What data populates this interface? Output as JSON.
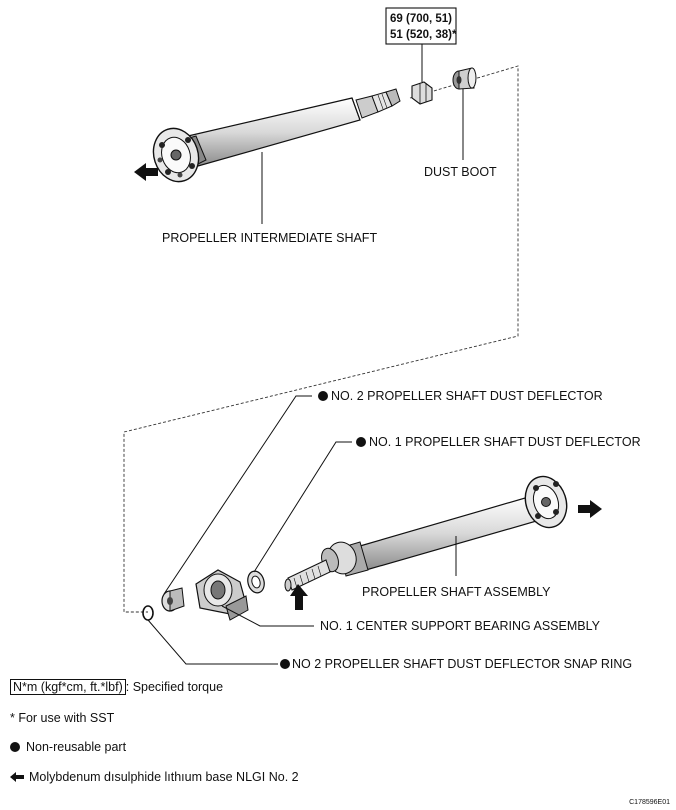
{
  "torque_spec": {
    "line1": "69 (700, 51)",
    "line2": "51 (520, 38)*"
  },
  "labels": {
    "dust_boot": "DUST BOOT",
    "intermediate_shaft": "PROPELLER INTERMEDIATE SHAFT",
    "no2_dust_deflector": "NO. 2 PROPELLER SHAFT DUST DEFLECTOR",
    "no1_dust_deflector": "NO. 1 PROPELLER SHAFT DUST DEFLECTOR",
    "shaft_assembly": "PROPELLER SHAFT ASSEMBLY",
    "center_bearing": "NO. 1 CENTER SUPPORT BEARING ASSEMBLY",
    "snap_ring": "NO  2 PROPELLER SHAFT DUST DEFLECTOR SNAP RING"
  },
  "legend": {
    "torque_unit": "N*m (kgf*cm, ft.*lbf)",
    "torque_text": ": Specified torque",
    "sst_note": "* For use with SST",
    "non_reusable": "Non-reusable part",
    "grease": "Molybdenum dısulphide lıthıum base NLGI No. 2"
  },
  "figure_code": "C178596E01",
  "icons": [
    "non-reusable-dot-icon",
    "grease-arrow-icon"
  ]
}
